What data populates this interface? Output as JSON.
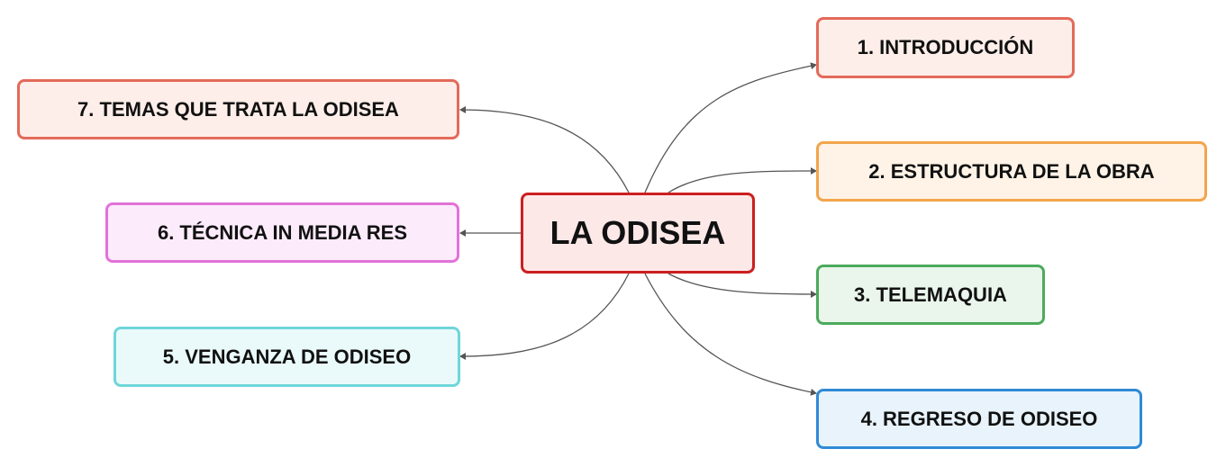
{
  "center": {
    "label": "LA ODISEA",
    "border": "#cc1f1f",
    "fill": "#fde8e8"
  },
  "topics": [
    {
      "id": "n1",
      "label": "1. INTRODUCCIÓN",
      "border": "#e46a5a",
      "fill": "#fdeee9"
    },
    {
      "id": "n2",
      "label": "2. ESTRUCTURA DE LA OBRA",
      "border": "#f2a54c",
      "fill": "#fef3e6"
    },
    {
      "id": "n3",
      "label": "3. TELEMAQUIA",
      "border": "#4caa5c",
      "fill": "#eaf6ec"
    },
    {
      "id": "n4",
      "label": "4. REGRESO DE ODISEO",
      "border": "#2f8ad6",
      "fill": "#e8f3fc"
    },
    {
      "id": "n5",
      "label": "5. VENGANZA DE ODISEO",
      "border": "#6fd6d9",
      "fill": "#eafafa"
    },
    {
      "id": "n6",
      "label": "6. TÉCNICA IN MEDIA RES",
      "border": "#e272d8",
      "fill": "#fcebfb"
    },
    {
      "id": "n7",
      "label": "7. TEMAS QUE TRATA LA ODISEA",
      "border": "#e46a5a",
      "fill": "#fdeee9"
    }
  ],
  "connector_color": "#555555"
}
